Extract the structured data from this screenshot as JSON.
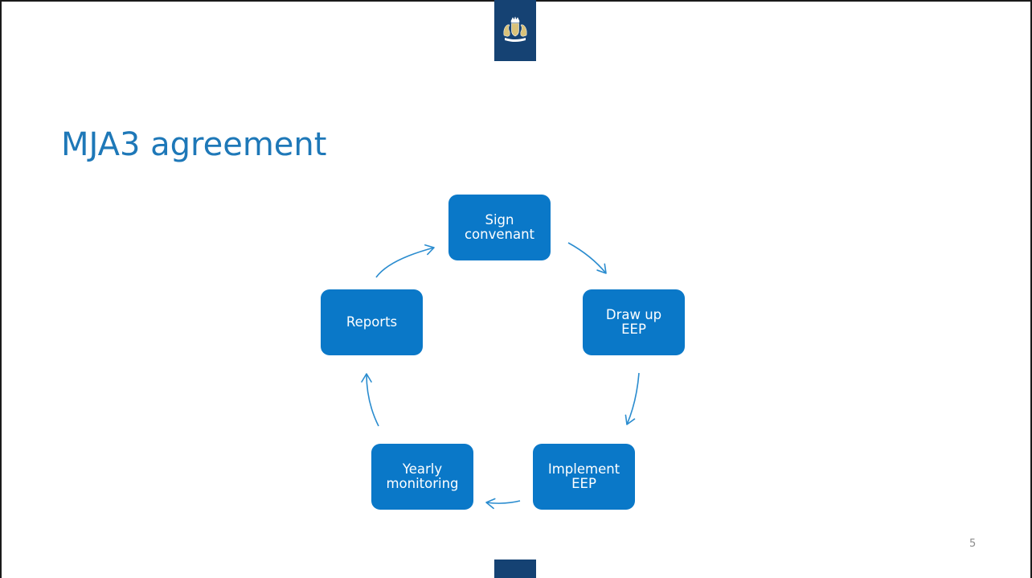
{
  "slide": {
    "title": "MJA3 agreement",
    "page_number": "5"
  },
  "colors": {
    "title": "#1e78b8",
    "node_fill": "#0a78c8",
    "node_text": "#ffffff",
    "arrow": "#2a8ccf",
    "logo_banner": "#154273",
    "page_number": "#8c8c8c"
  },
  "logo": {
    "icon": "coat-of-arms-icon"
  },
  "diagram": {
    "type": "cycle",
    "nodes": [
      {
        "id": "sign",
        "label": "Sign\nconvenant"
      },
      {
        "id": "draw",
        "label": "Draw up\nEEP"
      },
      {
        "id": "implement",
        "label": "Implement\nEEP"
      },
      {
        "id": "yearly",
        "label": "Yearly\nmonitoring"
      },
      {
        "id": "reports",
        "label": "Reports"
      }
    ],
    "edges": [
      {
        "from": "sign",
        "to": "draw"
      },
      {
        "from": "draw",
        "to": "implement"
      },
      {
        "from": "implement",
        "to": "yearly"
      },
      {
        "from": "yearly",
        "to": "reports"
      },
      {
        "from": "reports",
        "to": "sign"
      }
    ]
  }
}
